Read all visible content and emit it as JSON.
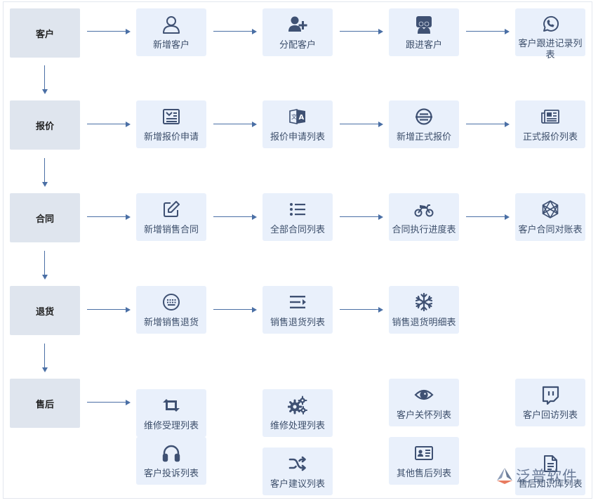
{
  "stages": {
    "customer": "客户",
    "quote": "报价",
    "contract": "合同",
    "return": "退货",
    "aftersale": "售后"
  },
  "nodes": {
    "new_customer": "新增客户",
    "assign_customer": "分配客户",
    "follow_customer": "跟进客户",
    "followup_records": "客户跟进记录列表",
    "new_quote_request": "新增报价申请",
    "quote_request_list": "报价申请列表",
    "new_formal_quote": "新增正式报价",
    "formal_quote_list": "正式报价列表",
    "new_sales_contract": "新增销售合同",
    "all_contracts": "全部合同列表",
    "contract_progress": "合同执行进度表",
    "contract_reconciliation": "客户合同对账表",
    "new_sales_return": "新增销售退货",
    "sales_return_list": "销售退货列表",
    "sales_return_detail": "销售退货明细表",
    "repair_accept_list": "维修受理列表",
    "repair_handle_list": "维修处理列表",
    "customer_care_list": "客户关怀列表",
    "customer_revisit_list": "客户回访列表",
    "complaint_list": "客户投诉列表",
    "suggestion_list": "客户建议列表",
    "other_aftersale_list": "其他售后列表",
    "aftersale_knowledge_list": "售后知识库列表"
  },
  "watermark": {
    "text": "泛普软件"
  },
  "colors": {
    "stage_bg": "#dfe5ee",
    "node_bg": "#e9f0fb",
    "icon": "#3f5173",
    "arrow": "#4a6fa5"
  }
}
